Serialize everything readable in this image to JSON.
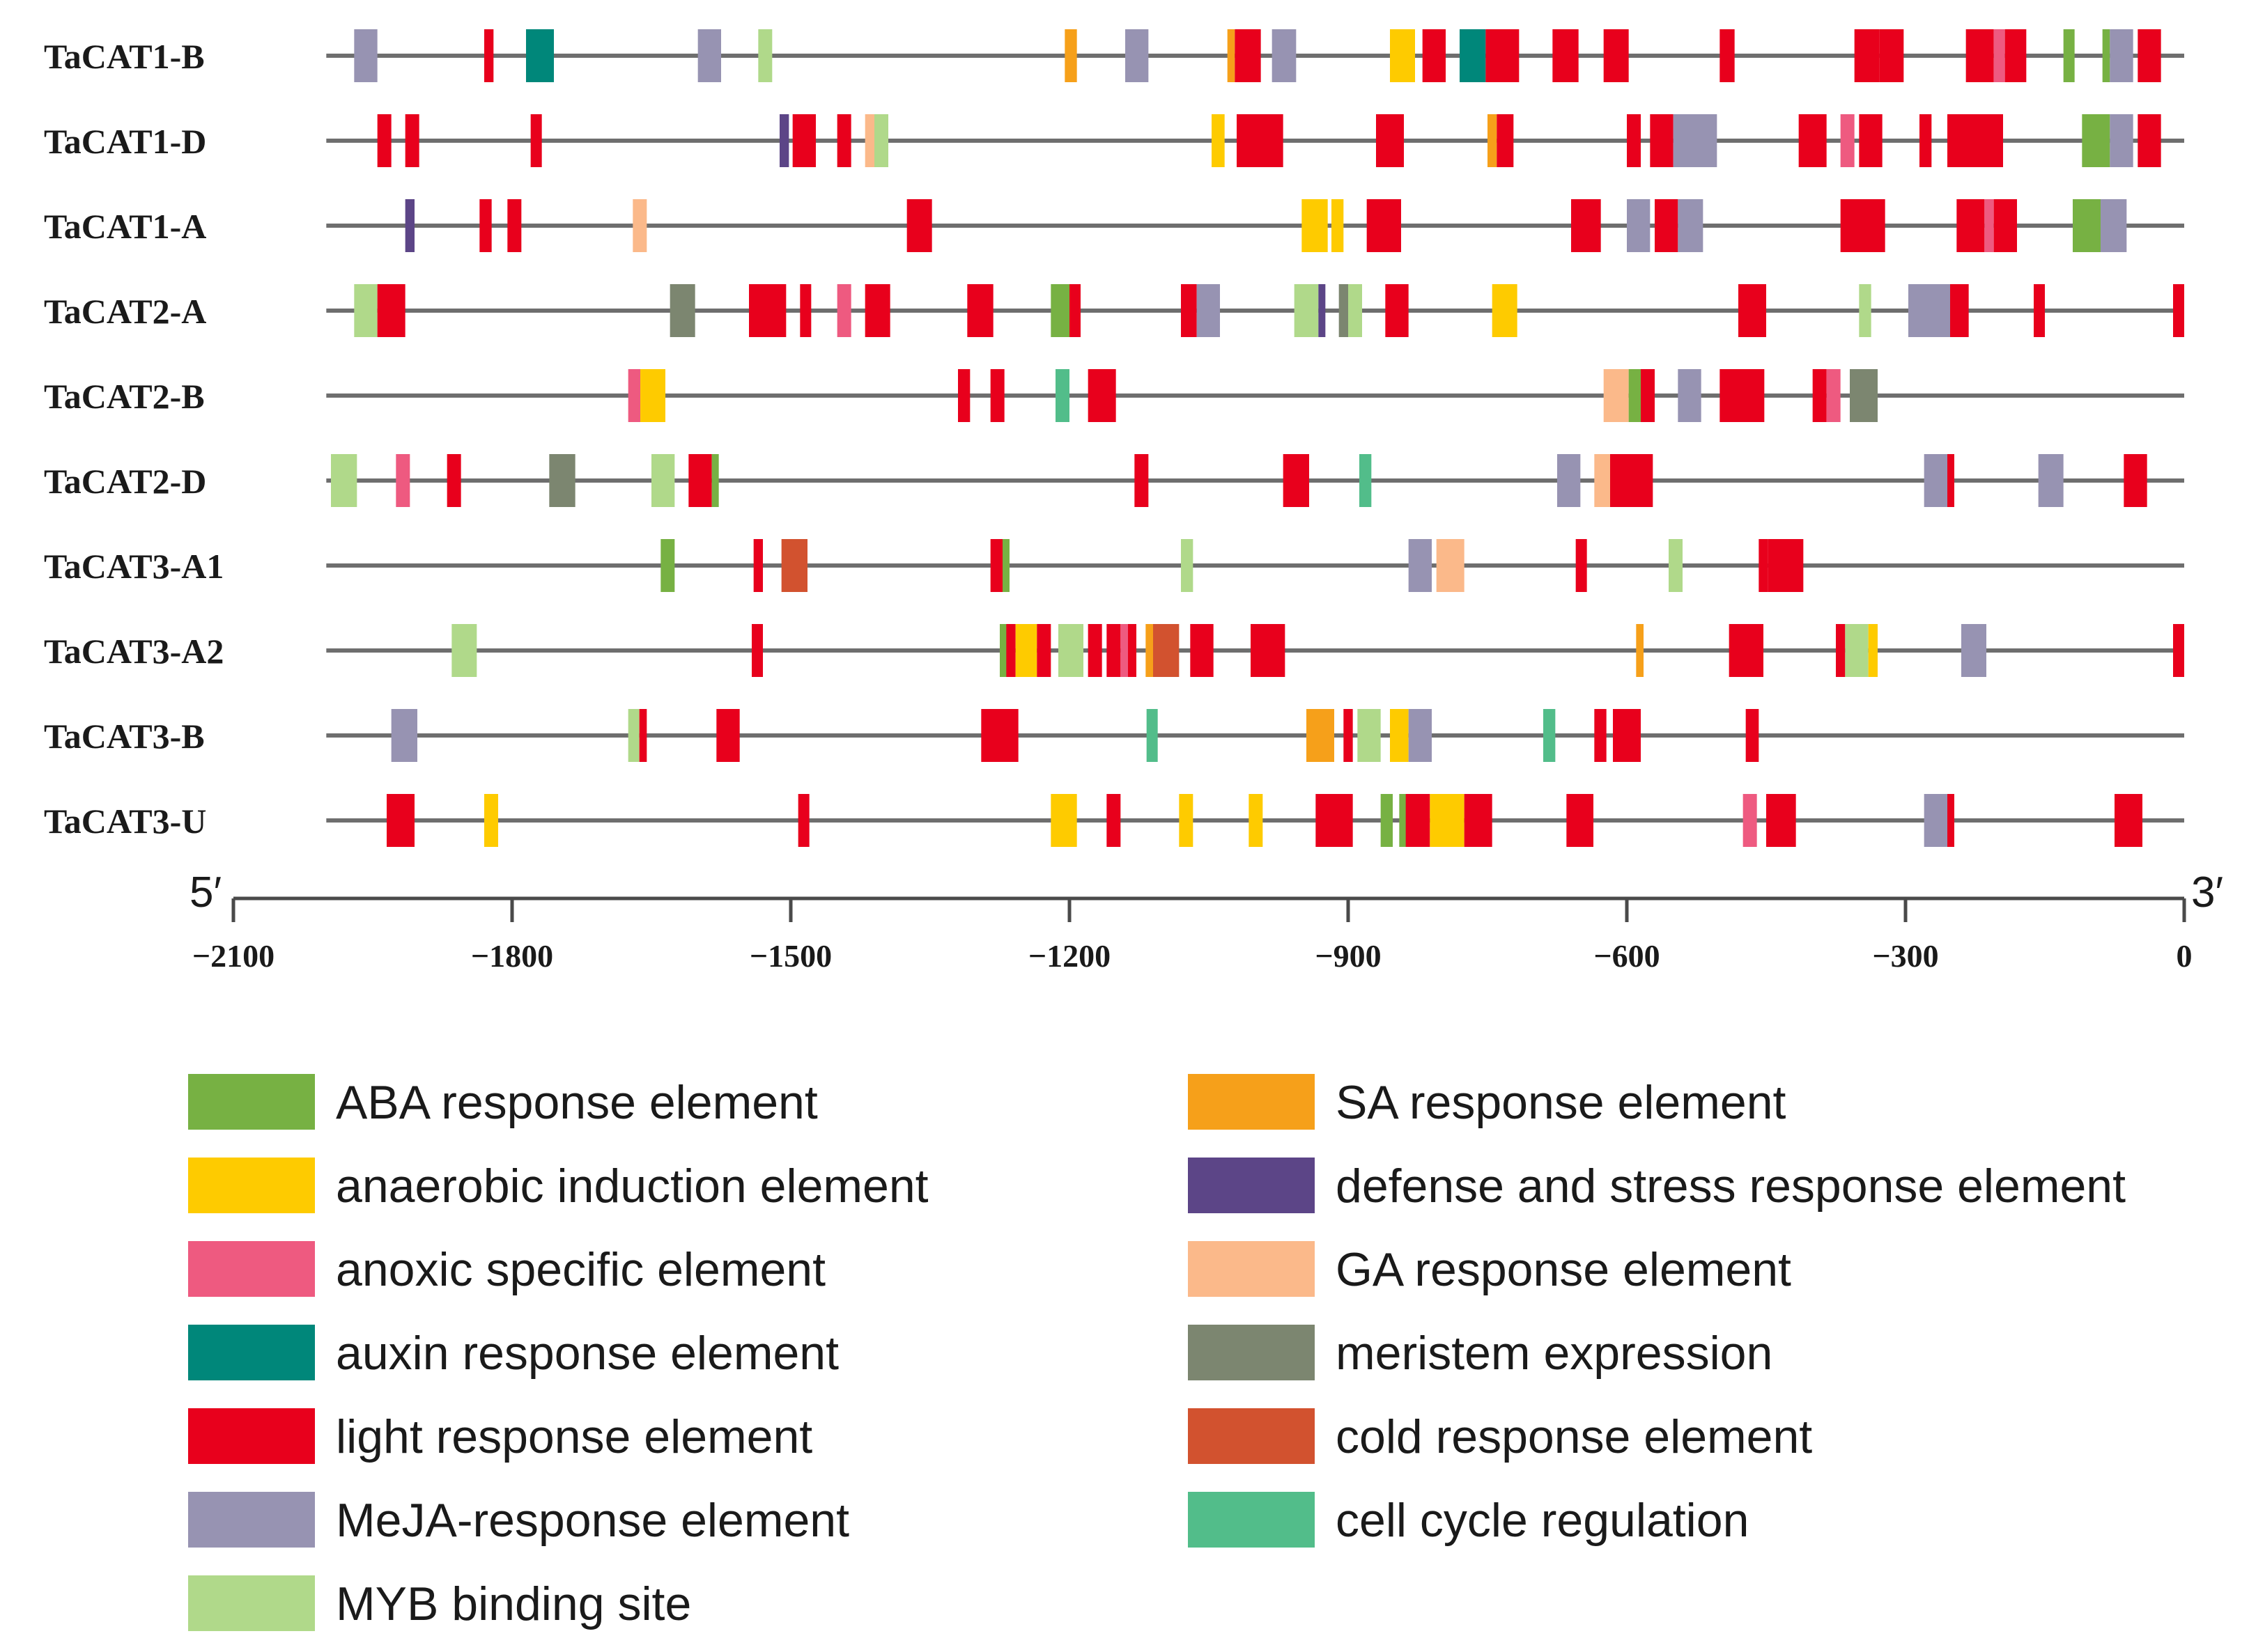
{
  "chart_data": {
    "type": "promoter-element-map",
    "x_axis": {
      "min": -2100,
      "max": 0,
      "ticks": [
        -2100,
        -1800,
        -1500,
        -1200,
        -900,
        -600,
        -300,
        0
      ],
      "tick_labels": [
        "−2100",
        "−1800",
        "−1500",
        "−1200",
        "−900",
        "−600",
        "−300",
        "0"
      ],
      "left_end_label": "5′",
      "right_end_label": "3′"
    },
    "element_types": [
      {
        "key": "aba",
        "label": "ABA response element",
        "color": "#77b143"
      },
      {
        "key": "anaerobic",
        "label": "anaerobic induction element",
        "color": "#fecb00"
      },
      {
        "key": "anoxic",
        "label": "anoxic specific element",
        "color": "#ee5a80"
      },
      {
        "key": "auxin",
        "label": "auxin response element",
        "color": "#00877a"
      },
      {
        "key": "light",
        "label": "light response element",
        "color": "#e8001c"
      },
      {
        "key": "meja",
        "label": "MeJA-response element",
        "color": "#9793b2"
      },
      {
        "key": "myb",
        "label": "MYB binding site",
        "color": "#b0d98a"
      },
      {
        "key": "sa",
        "label": "SA response element",
        "color": "#f6a01a"
      },
      {
        "key": "defense",
        "label": "defense and stress response element",
        "color": "#5c4587"
      },
      {
        "key": "ga",
        "label": "GA response element",
        "color": "#fbb98a"
      },
      {
        "key": "meristem",
        "label": "meristem expression",
        "color": "#7c8670"
      },
      {
        "key": "cold",
        "label": "cold response element",
        "color": "#d2522f"
      },
      {
        "key": "cellcycle",
        "label": "cell cycle regulation",
        "color": "#52bd8a"
      }
    ],
    "genes": [
      {
        "name": "TaCAT1-B",
        "start": -2000,
        "elements": [
          [
            "meja",
            -1970,
            -1945
          ],
          [
            "light",
            -1830,
            -1820
          ],
          [
            "auxin",
            -1785,
            -1755
          ],
          [
            "meja",
            -1600,
            -1575
          ],
          [
            "myb",
            -1535,
            -1520
          ],
          [
            "sa",
            -1205,
            -1192
          ],
          [
            "meja",
            -1140,
            -1115
          ],
          [
            "sa",
            -1030,
            -1022
          ],
          [
            "light",
            -1022,
            -994
          ],
          [
            "meja",
            -982,
            -956
          ],
          [
            "anaerobic",
            -855,
            -828
          ],
          [
            "light",
            -820,
            -795
          ],
          [
            "auxin",
            -780,
            -752
          ],
          [
            "light",
            -752,
            -716
          ],
          [
            "light",
            -680,
            -652
          ],
          [
            "light",
            -625,
            -598
          ],
          [
            "light",
            -500,
            -484
          ],
          [
            "light",
            -355,
            -328
          ],
          [
            "light",
            -328,
            -302
          ],
          [
            "light",
            -235,
            -205
          ],
          [
            "anoxic",
            -205,
            -193
          ],
          [
            "light",
            -193,
            -170
          ],
          [
            "aba",
            -130,
            -118
          ],
          [
            "aba",
            -88,
            -80
          ],
          [
            "meja",
            -80,
            -55
          ],
          [
            "light",
            -50,
            -25
          ]
        ]
      },
      {
        "name": "TaCAT1-D",
        "start": -2000,
        "elements": [
          [
            "light",
            -1945,
            -1930
          ],
          [
            "light",
            -1915,
            -1900
          ],
          [
            "light",
            -1780,
            -1768
          ],
          [
            "defense",
            -1512,
            -1502
          ],
          [
            "light",
            -1498,
            -1473
          ],
          [
            "light",
            -1450,
            -1435
          ],
          [
            "ga",
            -1420,
            -1410
          ],
          [
            "myb",
            -1410,
            -1395
          ],
          [
            "anaerobic",
            -1047,
            -1033
          ],
          [
            "light",
            -1020,
            -970
          ],
          [
            "light",
            -870,
            -840
          ],
          [
            "sa",
            -750,
            -740
          ],
          [
            "light",
            -740,
            -722
          ],
          [
            "light",
            -600,
            -585
          ],
          [
            "light",
            -575,
            -550
          ],
          [
            "meja",
            -550,
            -503
          ],
          [
            "light",
            -415,
            -385
          ],
          [
            "anoxic",
            -370,
            -355
          ],
          [
            "light",
            -350,
            -325
          ],
          [
            "light",
            -285,
            -272
          ],
          [
            "light",
            -255,
            -240
          ],
          [
            "light",
            -240,
            -195
          ],
          [
            "aba",
            -110,
            -80
          ],
          [
            "meja",
            -80,
            -55
          ],
          [
            "light",
            -50,
            -25
          ]
        ]
      },
      {
        "name": "TaCAT1-A",
        "start": -2000,
        "elements": [
          [
            "defense",
            -1915,
            -1905
          ],
          [
            "light",
            -1835,
            -1822
          ],
          [
            "light",
            -1805,
            -1790
          ],
          [
            "ga",
            -1670,
            -1655
          ],
          [
            "light",
            -1375,
            -1348
          ],
          [
            "anaerobic",
            -950,
            -922
          ],
          [
            "anaerobic",
            -918,
            -905
          ],
          [
            "light",
            -880,
            -843
          ],
          [
            "light",
            -660,
            -628
          ],
          [
            "meja",
            -600,
            -575
          ],
          [
            "light",
            -570,
            -545
          ],
          [
            "meja",
            -545,
            -518
          ],
          [
            "light",
            -370,
            -322
          ],
          [
            "light",
            -245,
            -215
          ],
          [
            "anoxic",
            -215,
            -205
          ],
          [
            "light",
            -205,
            -180
          ],
          [
            "aba",
            -120,
            -90
          ],
          [
            "meja",
            -90,
            -62
          ]
        ]
      },
      {
        "name": "TaCAT2-A",
        "start": -2000,
        "elements": [
          [
            "myb",
            -1970,
            -1945
          ],
          [
            "light",
            -1945,
            -1915
          ],
          [
            "meristem",
            -1630,
            -1603
          ],
          [
            "light",
            -1545,
            -1505
          ],
          [
            "light",
            -1490,
            -1478
          ],
          [
            "anoxic",
            -1450,
            -1435
          ],
          [
            "light",
            -1420,
            -1393
          ],
          [
            "light",
            -1310,
            -1282
          ],
          [
            "aba",
            -1220,
            -1200
          ],
          [
            "light",
            -1200,
            -1188
          ],
          [
            "light",
            -1080,
            -1063
          ],
          [
            "meja",
            -1063,
            -1038
          ],
          [
            "myb",
            -958,
            -932
          ],
          [
            "defense",
            -932,
            -926
          ],
          [
            "meristem",
            -910,
            -900
          ],
          [
            "myb",
            -900,
            -885
          ],
          [
            "light",
            -860,
            -835
          ],
          [
            "anaerobic",
            -745,
            -718
          ],
          [
            "light",
            -480,
            -450
          ],
          [
            "myb",
            -350,
            -337
          ],
          [
            "meja",
            -297,
            -252
          ],
          [
            "light",
            -252,
            -232
          ],
          [
            "light",
            -162,
            -150
          ],
          [
            "light",
            -12,
            0
          ]
        ]
      },
      {
        "name": "TaCAT2-B",
        "start": -2000,
        "elements": [
          [
            "anoxic",
            -1675,
            -1662
          ],
          [
            "anaerobic",
            -1662,
            -1635
          ],
          [
            "light",
            -1320,
            -1307
          ],
          [
            "light",
            -1285,
            -1270
          ],
          [
            "cellcycle",
            -1215,
            -1200
          ],
          [
            "light",
            -1180,
            -1150
          ],
          [
            "ga",
            -625,
            -598
          ],
          [
            "aba",
            -598,
            -585
          ],
          [
            "light",
            -585,
            -570
          ],
          [
            "meja",
            -545,
            -520
          ],
          [
            "light",
            -500,
            -452
          ],
          [
            "light",
            -400,
            -385
          ],
          [
            "anoxic",
            -385,
            -370
          ],
          [
            "meristem",
            -360,
            -330
          ]
        ]
      },
      {
        "name": "TaCAT2-D",
        "start": -2000,
        "elements": [
          [
            "myb",
            -1995,
            -1967
          ],
          [
            "anoxic",
            -1925,
            -1910
          ],
          [
            "light",
            -1870,
            -1855
          ],
          [
            "meristem",
            -1760,
            -1732
          ],
          [
            "myb",
            -1650,
            -1625
          ],
          [
            "light",
            -1610,
            -1585
          ],
          [
            "aba",
            -1585,
            -1578
          ],
          [
            "light",
            -1130,
            -1115
          ],
          [
            "light",
            -970,
            -942
          ],
          [
            "cellcycle",
            -888,
            -875
          ],
          [
            "meja",
            -675,
            -650
          ],
          [
            "ga",
            -635,
            -618
          ],
          [
            "light",
            -618,
            -572
          ],
          [
            "meja",
            -280,
            -255
          ],
          [
            "light",
            -255,
            -250
          ],
          [
            "meja",
            -157,
            -130
          ],
          [
            "light",
            -65,
            -40
          ]
        ]
      },
      {
        "name": "TaCAT3-A1",
        "start": -2000,
        "elements": [
          [
            "aba",
            -1640,
            -1625
          ],
          [
            "light",
            -1540,
            -1530
          ],
          [
            "cold",
            -1510,
            -1482
          ],
          [
            "light",
            -1285,
            -1272
          ],
          [
            "aba",
            -1272,
            -1265
          ],
          [
            "myb",
            -1080,
            -1067
          ],
          [
            "meja",
            -835,
            -810
          ],
          [
            "ga",
            -805,
            -775
          ],
          [
            "light",
            -655,
            -643
          ],
          [
            "myb",
            -555,
            -540
          ],
          [
            "light",
            -458,
            -448
          ],
          [
            "light",
            -448,
            -410
          ]
        ]
      },
      {
        "name": "TaCAT3-A2",
        "start": -2000,
        "elements": [
          [
            "myb",
            -1865,
            -1838
          ],
          [
            "light",
            -1542,
            -1530
          ],
          [
            "aba",
            -1275,
            -1268
          ],
          [
            "light",
            -1268,
            -1258
          ],
          [
            "anaerobic",
            -1258,
            -1235
          ],
          [
            "light",
            -1235,
            -1220
          ],
          [
            "myb",
            -1212,
            -1185
          ],
          [
            "light",
            -1180,
            -1165
          ],
          [
            "light",
            -1160,
            -1145
          ],
          [
            "anoxic",
            -1145,
            -1137
          ],
          [
            "light",
            -1137,
            -1128
          ],
          [
            "sa",
            -1118,
            -1110
          ],
          [
            "cold",
            -1110,
            -1082
          ],
          [
            "light",
            -1070,
            -1045
          ],
          [
            "light",
            -1005,
            -968
          ],
          [
            "sa",
            -590,
            -582
          ],
          [
            "light",
            -490,
            -453
          ],
          [
            "light",
            -375,
            -365
          ],
          [
            "myb",
            -365,
            -340
          ],
          [
            "anaerobic",
            -340,
            -330
          ],
          [
            "meja",
            -240,
            -213
          ],
          [
            "light",
            -12,
            0
          ]
        ]
      },
      {
        "name": "TaCAT3-B",
        "start": -2000,
        "elements": [
          [
            "meja",
            -1930,
            -1902
          ],
          [
            "myb",
            -1675,
            -1663
          ],
          [
            "light",
            -1663,
            -1655
          ],
          [
            "light",
            -1580,
            -1555
          ],
          [
            "light",
            -1295,
            -1255
          ],
          [
            "cellcycle",
            -1117,
            -1105
          ],
          [
            "sa",
            -945,
            -915
          ],
          [
            "light",
            -905,
            -895
          ],
          [
            "myb",
            -890,
            -865
          ],
          [
            "anaerobic",
            -855,
            -835
          ],
          [
            "meja",
            -835,
            -810
          ],
          [
            "cellcycle",
            -690,
            -677
          ],
          [
            "light",
            -635,
            -622
          ],
          [
            "light",
            -615,
            -585
          ],
          [
            "light",
            -472,
            -458
          ]
        ]
      },
      {
        "name": "TaCAT3-U",
        "start": -2000,
        "elements": [
          [
            "light",
            -1935,
            -1905
          ],
          [
            "anaerobic",
            -1830,
            -1815
          ],
          [
            "light",
            -1492,
            -1480
          ],
          [
            "anaerobic",
            -1220,
            -1192
          ],
          [
            "light",
            -1160,
            -1145
          ],
          [
            "anaerobic",
            -1082,
            -1067
          ],
          [
            "anaerobic",
            -1007,
            -992
          ],
          [
            "light",
            -935,
            -895
          ],
          [
            "aba",
            -865,
            -852
          ],
          [
            "aba",
            -845,
            -838
          ],
          [
            "light",
            -838,
            -812
          ],
          [
            "anaerobic",
            -812,
            -805
          ],
          [
            "anaerobic",
            -805,
            -775
          ],
          [
            "light",
            -775,
            -745
          ],
          [
            "light",
            -665,
            -636
          ],
          [
            "anoxic",
            -475,
            -460
          ],
          [
            "light",
            -450,
            -418
          ],
          [
            "meja",
            -280,
            -255
          ],
          [
            "light",
            -255,
            -248
          ],
          [
            "light",
            -75,
            -45
          ]
        ]
      }
    ]
  }
}
